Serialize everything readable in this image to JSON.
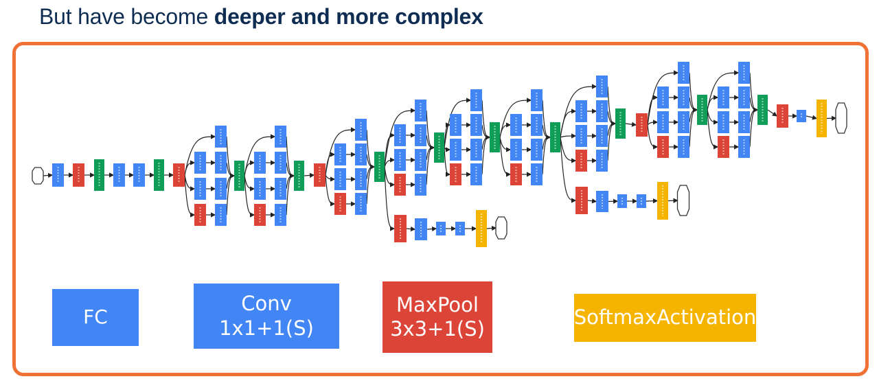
{
  "title": {
    "plain": "But have become ",
    "bold": "deeper and more complex"
  },
  "colors": {
    "frame": "#ef7135",
    "title": "#0f2d52",
    "conv_fc": "#4285f4",
    "pool": "#db4437",
    "concat_lrn": "#0f9d58",
    "softmax": "#f4b400"
  },
  "legend": {
    "fc": "FC",
    "conv_line1": "Conv",
    "conv_line2": "1x1+1(S)",
    "pool_line1": "MaxPool",
    "pool_line2": "3x3+1(S)",
    "softmax": "SoftmaxActivation"
  },
  "diagram": {
    "description": "GoogLeNet (Inception v1) network architecture",
    "node_types": [
      "input",
      "conv",
      "maxpool",
      "avgpool",
      "lrn",
      "depthconcat",
      "fc",
      "softmax",
      "output"
    ],
    "stem": [
      "input",
      "conv",
      "maxpool",
      "lrn",
      "conv",
      "conv",
      "lrn",
      "maxpool"
    ],
    "inception_modules": 9,
    "auxiliary_classifiers": 2,
    "aux_branch": [
      "avgpool",
      "conv",
      "fc",
      "fc",
      "softmax",
      "output"
    ],
    "head": [
      "avgpool",
      "fc",
      "softmax",
      "output"
    ]
  }
}
